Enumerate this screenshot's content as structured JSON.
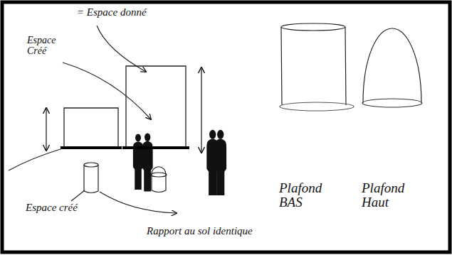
{
  "diagram": {
    "labels": [
      "= Espace donné",
      "Espace Créé",
      "Espace créé",
      "Rapport au sol identique",
      "Plafond BAS",
      "Plafond Haut"
    ]
  }
}
